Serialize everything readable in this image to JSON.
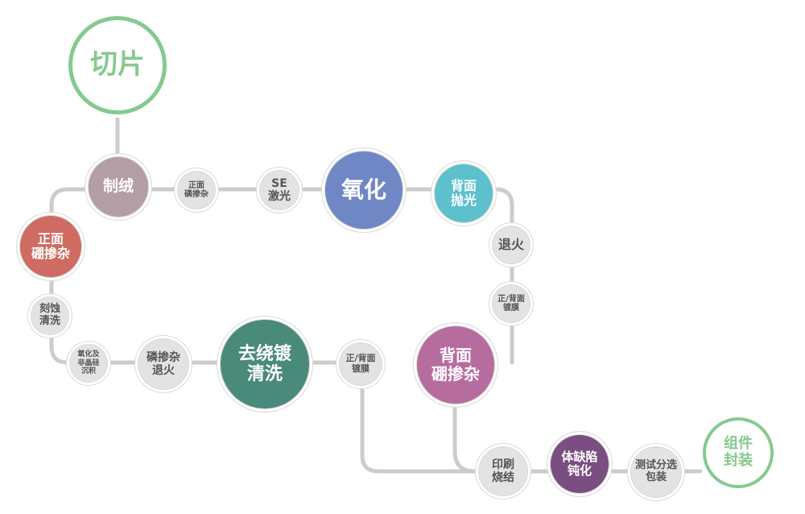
{
  "nodes": {
    "qiepian": "切片",
    "zhirong": "制绒",
    "zhengmian_linshanza": "正面\n磷掺杂",
    "se_jiguang": "SE\n激光",
    "yanghua": "氧化",
    "beimian_paoguang": "背面\n抛光",
    "tuihuo1": "退火",
    "zhengbei_dumo1": "正/背面\n镀膜",
    "beimian_pengshanza": "背面\n硼掺杂",
    "zhengmian_pengshanza": "正面\n硼掺杂",
    "keshi_qingxi": "刻蚀\n清洗",
    "yanghua_feijinggui": "氧化及\n非晶硅\n沉积",
    "linshanza_tuihuo": "磷掺杂\n退火",
    "qurao_qingxi": "去绕镀\n清洗",
    "zhengbei_dumo2": "正/背面\n镀膜",
    "yinshua_shaojie": "印刷\n烧结",
    "tiquexian_dunhua": "体缺陷\n钝化",
    "ceshi_baozhuang": "测试分选\n包装",
    "zujian_fengzhuang": "组件\n封装"
  },
  "colors": {
    "line": "#cccccc",
    "green": "#86c98f",
    "zhirong": "#b49ea6",
    "zhengmian_pengshanza": "#cf6b62",
    "yanghua": "#6f87c4",
    "beimian_paoguang": "#5cc0cd",
    "beimian_pengshanza": "#b76c9e",
    "qurao_qingxi": "#4a8a7a",
    "tiquexian_dunhua": "#7b4e82",
    "gray": "#e3e3e3"
  }
}
